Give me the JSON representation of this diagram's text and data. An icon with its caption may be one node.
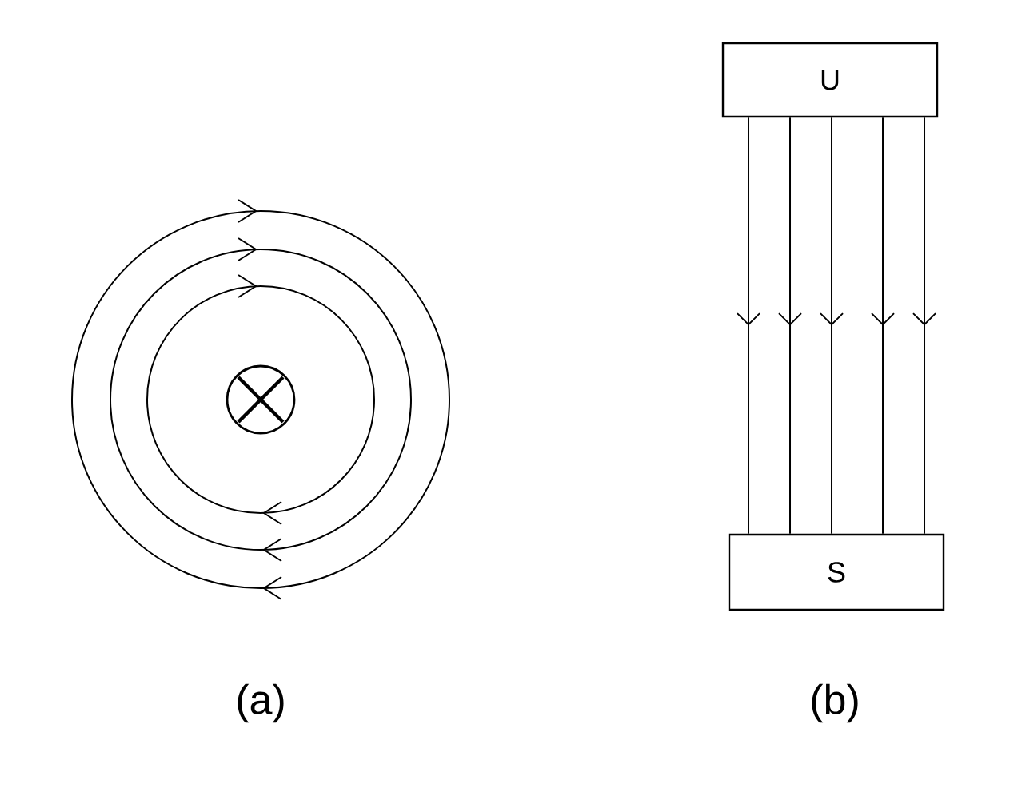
{
  "diagram": {
    "nodes": [
      {
        "text": [
          "U"
        ]
      },
      {
        "text": [
          "S"
        ]
      }
    ],
    "edges": [
      {
        "from": 0,
        "to": 1,
        "arrow": "to"
      },
      {
        "from": 0,
        "to": 1,
        "arrow": "to"
      },
      {
        "from": 0,
        "to": 1,
        "arrow": "to"
      },
      {
        "from": 0,
        "to": 1,
        "arrow": "to"
      },
      {
        "from": 0,
        "to": 1,
        "arrow": "to"
      }
    ],
    "labels": [
      "(a)",
      "(b)"
    ]
  }
}
